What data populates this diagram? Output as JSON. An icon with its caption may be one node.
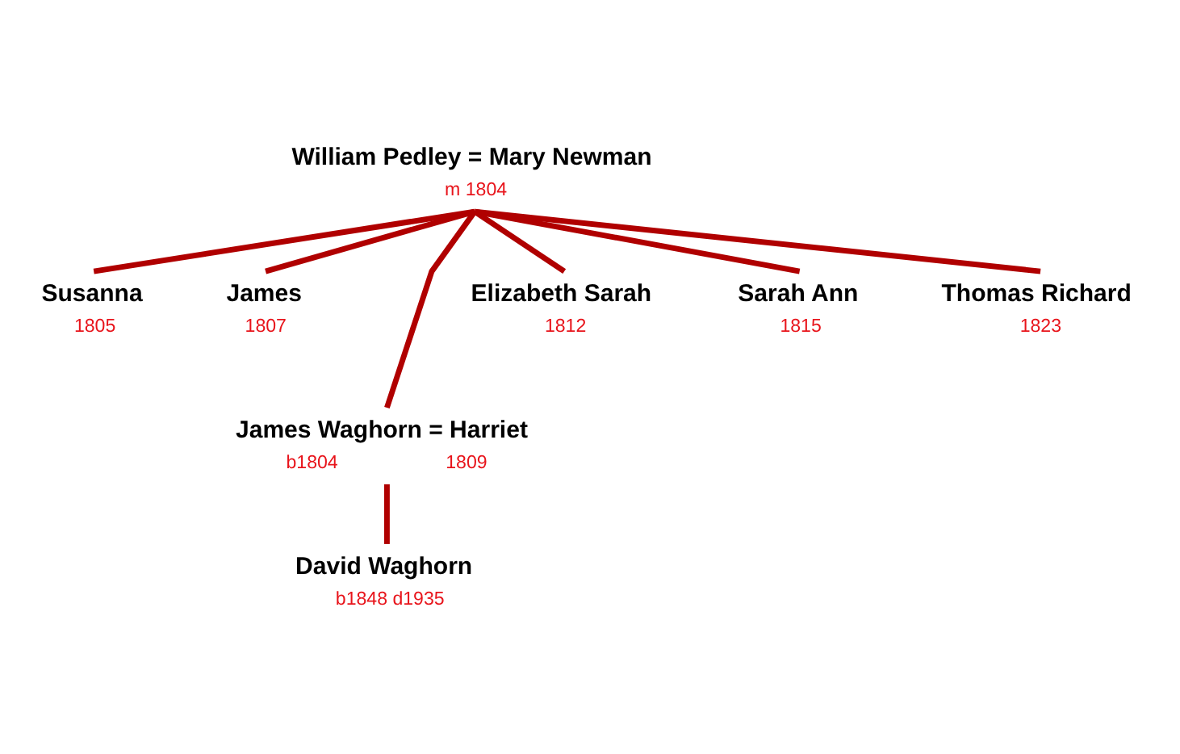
{
  "diagram": {
    "nodes": [
      {
        "text": [
          "William Pedley = Mary Newman"
        ],
        "beside": [
          "m 1804"
        ]
      },
      {
        "text": [
          "Susanna"
        ],
        "beside": [
          "1805"
        ]
      },
      {
        "text": [
          "James"
        ],
        "beside": [
          "1807"
        ]
      },
      {
        "text": [
          "Elizabeth Sarah"
        ],
        "beside": [
          "1812"
        ]
      },
      {
        "text": [
          "Sarah Ann"
        ],
        "beside": [
          "1815"
        ]
      },
      {
        "text": [
          "Thomas Richard"
        ],
        "beside": [
          "1823"
        ]
      },
      {
        "text": [
          "James Waghorn = Harriet"
        ],
        "beside": [
          "b1804",
          "1809"
        ]
      },
      {
        "text": [
          "David Waghorn"
        ],
        "beside": [
          "b1848 d1935"
        ]
      }
    ],
    "edges": [
      {
        "from": 0,
        "to": 1,
        "arrow": "none"
      },
      {
        "from": 0,
        "to": 2,
        "arrow": "none"
      },
      {
        "from": 0,
        "to": 6,
        "arrow": "none"
      },
      {
        "from": 0,
        "to": 3,
        "arrow": "none"
      },
      {
        "from": 0,
        "to": 4,
        "arrow": "none"
      },
      {
        "from": 0,
        "to": 5,
        "arrow": "none"
      },
      {
        "from": 6,
        "to": 7,
        "arrow": "none"
      }
    ]
  }
}
